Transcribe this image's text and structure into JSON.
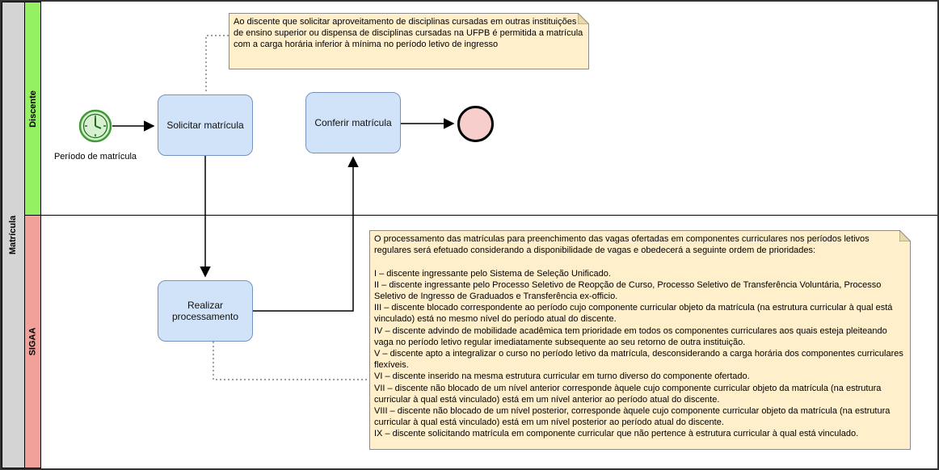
{
  "pool": {
    "label": "Matrícula"
  },
  "lanes": {
    "discente": {
      "label": "Discente",
      "color": "#94f162"
    },
    "sigaa": {
      "label": "SIGAA",
      "color": "#f1a19a"
    }
  },
  "events": {
    "start_label": "Período de matrícula"
  },
  "tasks": {
    "solicitar": "Solicitar matrícula",
    "conferir": "Conferir matrícula",
    "realizar": "Realizar\nprocessamento"
  },
  "notes": {
    "top": "Ao discente que solicitar aproveitamento de disciplinas cursadas em outras instituições de ensino superior ou dispensa de disciplinas cursadas na UFPB é permitida a matrícula com a carga horária inferior à mínima no período letivo de ingresso",
    "bottom": "O processamento das matrículas para preenchimento das vagas ofertadas em componentes curriculares nos períodos letivos regulares será efetuado considerando a disponibilidade de vagas e obedecerá a seguinte ordem de prioridades:\n\nI – discente ingressante pelo Sistema de Seleção Unificado.\nII – discente ingressante pelo Processo Seletivo de Reopção de Curso, Processo Seletivo de Transferência Voluntária, Processo Seletivo de Ingresso de Graduados e Transferência ex-officio.\nIII – discente blocado correspondente ao período cujo componente curricular objeto da matrícula (na estrutura curricular à qual está vinculado) está no mesmo nível do período atual do discente.\nIV – discente advindo de mobilidade acadêmica tem prioridade em todos os componentes curriculares aos quais esteja pleiteando vaga no período letivo regular imediatamente subsequente ao seu retorno de outra instituição.\nV – discente apto a integralizar o curso no período letivo da matrícula, desconsiderando a carga horária dos componentes curriculares flexíveis.\nVI – discente inserido na mesma estrutura curricular em turno diverso do componente ofertado.\nVII – discente não blocado de um nível anterior corresponde àquele cujo componente curricular objeto da matrícula (na estrutura curricular à qual está vinculado) está em um nível anterior ao período atual do discente.\nVIII – discente não blocado de um nível posterior, corresponde àquele cujo componente curricular objeto da matrícula (na estrutura curricular à qual está vinculado) está em um nível posterior ao período atual do discente.\nIX – discente solicitando matrícula em componente curricular que não pertence à estrutura curricular à qual está vinculado."
  },
  "colors": {
    "task_fill": "#d1e3f8",
    "task_border": "#7593bf",
    "note_fill": "#ffefca",
    "start_event_fill": "#d7f0d0",
    "start_event_border": "#3f9c35",
    "end_event_fill": "#f8cecc",
    "lane_discente": "#94f162",
    "lane_sigaa": "#f1a19a",
    "pool_strip": "#d4d4d4"
  }
}
